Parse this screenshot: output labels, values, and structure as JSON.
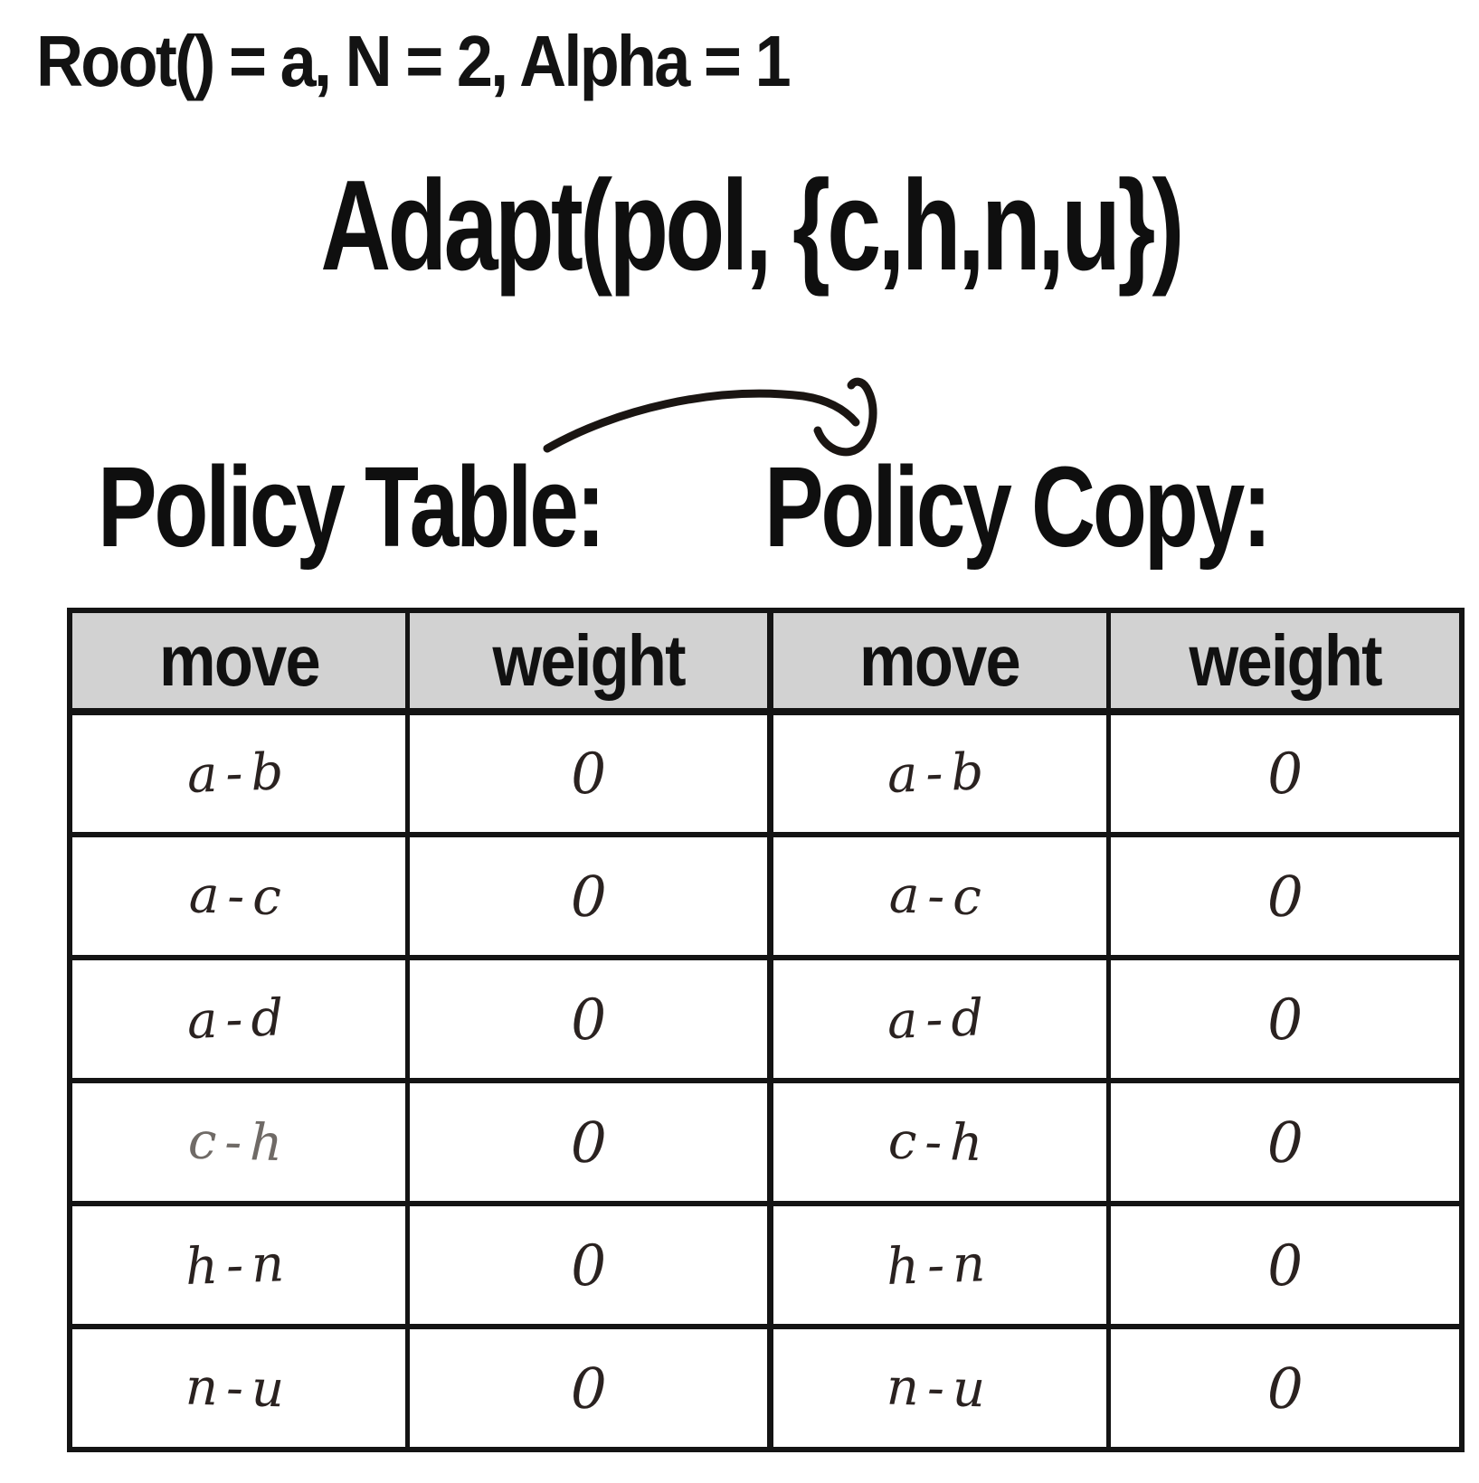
{
  "top_line": "Root() = a, N = 2, Alpha = 1",
  "title": "Adapt(pol, {c,h,n,u})",
  "icons": {
    "arrow": "curved-arrow-icon"
  },
  "sections": {
    "left_label": "Policy Table:",
    "right_label": "Policy Copy:"
  },
  "table": {
    "headers": [
      "move",
      "weight",
      "move",
      "weight"
    ],
    "rows": [
      {
        "cells": [
          "a-b",
          "0",
          "a-b",
          "0"
        ]
      },
      {
        "cells": [
          "a-c",
          "0",
          "a-c",
          "0"
        ]
      },
      {
        "cells": [
          "a-d",
          "0",
          "a-d",
          "0"
        ]
      },
      {
        "cells": [
          "c-h",
          "0",
          "c-h",
          "0"
        ]
      },
      {
        "cells": [
          "h-n",
          "0",
          "h-n",
          "0"
        ]
      },
      {
        "cells": [
          "n-u",
          "0",
          "n-u",
          "0"
        ]
      }
    ]
  },
  "colors": {
    "background": "#ffffff",
    "ink": "#171310",
    "border": "#141414",
    "header_bg": "#d2d2d2",
    "faded_ink": "#6f6a66",
    "handwriting_ink": "#2a2220"
  }
}
